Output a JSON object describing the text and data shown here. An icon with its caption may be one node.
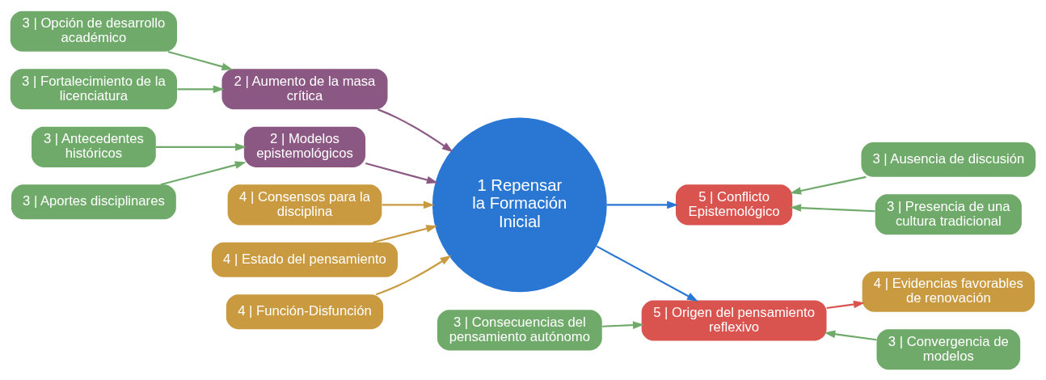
{
  "diagram": {
    "nodes": [
      {
        "text": [
          "3 | Opción de desarrollo académico"
        ]
      },
      {
        "text": [
          "3 | Fortalecimiento de la licenciatura"
        ]
      },
      {
        "text": [
          "2 | Aumento de la masa crítica"
        ]
      },
      {
        "text": [
          "2 | Modelos epistemológicos"
        ]
      },
      {
        "text": [
          "3 | Antecedentes históricos"
        ]
      },
      {
        "text": [
          "3 | Aportes disciplinares"
        ]
      },
      {
        "text": [
          "1 Repensar la Formación Inicial"
        ]
      },
      {
        "text": [
          "4 | Consensos para la disciplina"
        ]
      },
      {
        "text": [
          "4 | Estado del pensamiento"
        ]
      },
      {
        "text": [
          "4 | Función-Disfunción"
        ]
      },
      {
        "text": [
          "5 | Conflicto Epistemológico"
        ]
      },
      {
        "text": [
          "5 | Origen del pensamiento reflexivo"
        ]
      },
      {
        "text": [
          "4 | Evidencias favorables de renovación"
        ]
      },
      {
        "text": [
          "3 | Ausencia de discusión"
        ]
      },
      {
        "text": [
          "3 | Presencia de una cultura tradicional"
        ]
      },
      {
        "text": [
          "3 | Convergencia de modelos"
        ]
      },
      {
        "text": [
          "3 | Consecuencias del pensamiento autónomo"
        ]
      }
    ],
    "edges": [
      {
        "from": 0,
        "to": 2,
        "arrow": "to"
      },
      {
        "from": 1,
        "to": 2,
        "arrow": "to"
      },
      {
        "from": 4,
        "to": 3,
        "arrow": "to"
      },
      {
        "from": 5,
        "to": 3,
        "arrow": "to"
      },
      {
        "from": 2,
        "to": 6,
        "arrow": "to",
        "color": "#8b5883"
      },
      {
        "from": 3,
        "to": 6,
        "arrow": "to",
        "color": "#8b5883"
      },
      {
        "from": 7,
        "to": 6,
        "arrow": "to",
        "color": "#c99a3f"
      },
      {
        "from": 8,
        "to": 6,
        "arrow": "to",
        "color": "#c99a3f"
      },
      {
        "from": 9,
        "to": 6,
        "arrow": "to",
        "color": "#c99a3f"
      },
      {
        "from": 6,
        "to": 10,
        "arrow": "to",
        "color": "#2a77d3"
      },
      {
        "from": 6,
        "to": 11,
        "arrow": "to",
        "color": "#2a77d3"
      },
      {
        "from": 11,
        "to": 12,
        "arrow": "to",
        "color": "#d9534f"
      },
      {
        "from": 13,
        "to": 10,
        "arrow": "to"
      },
      {
        "from": 14,
        "to": 10,
        "arrow": "to"
      },
      {
        "from": 15,
        "to": 11,
        "arrow": "to"
      },
      {
        "from": 16,
        "to": 11,
        "arrow": "to"
      }
    ]
  }
}
